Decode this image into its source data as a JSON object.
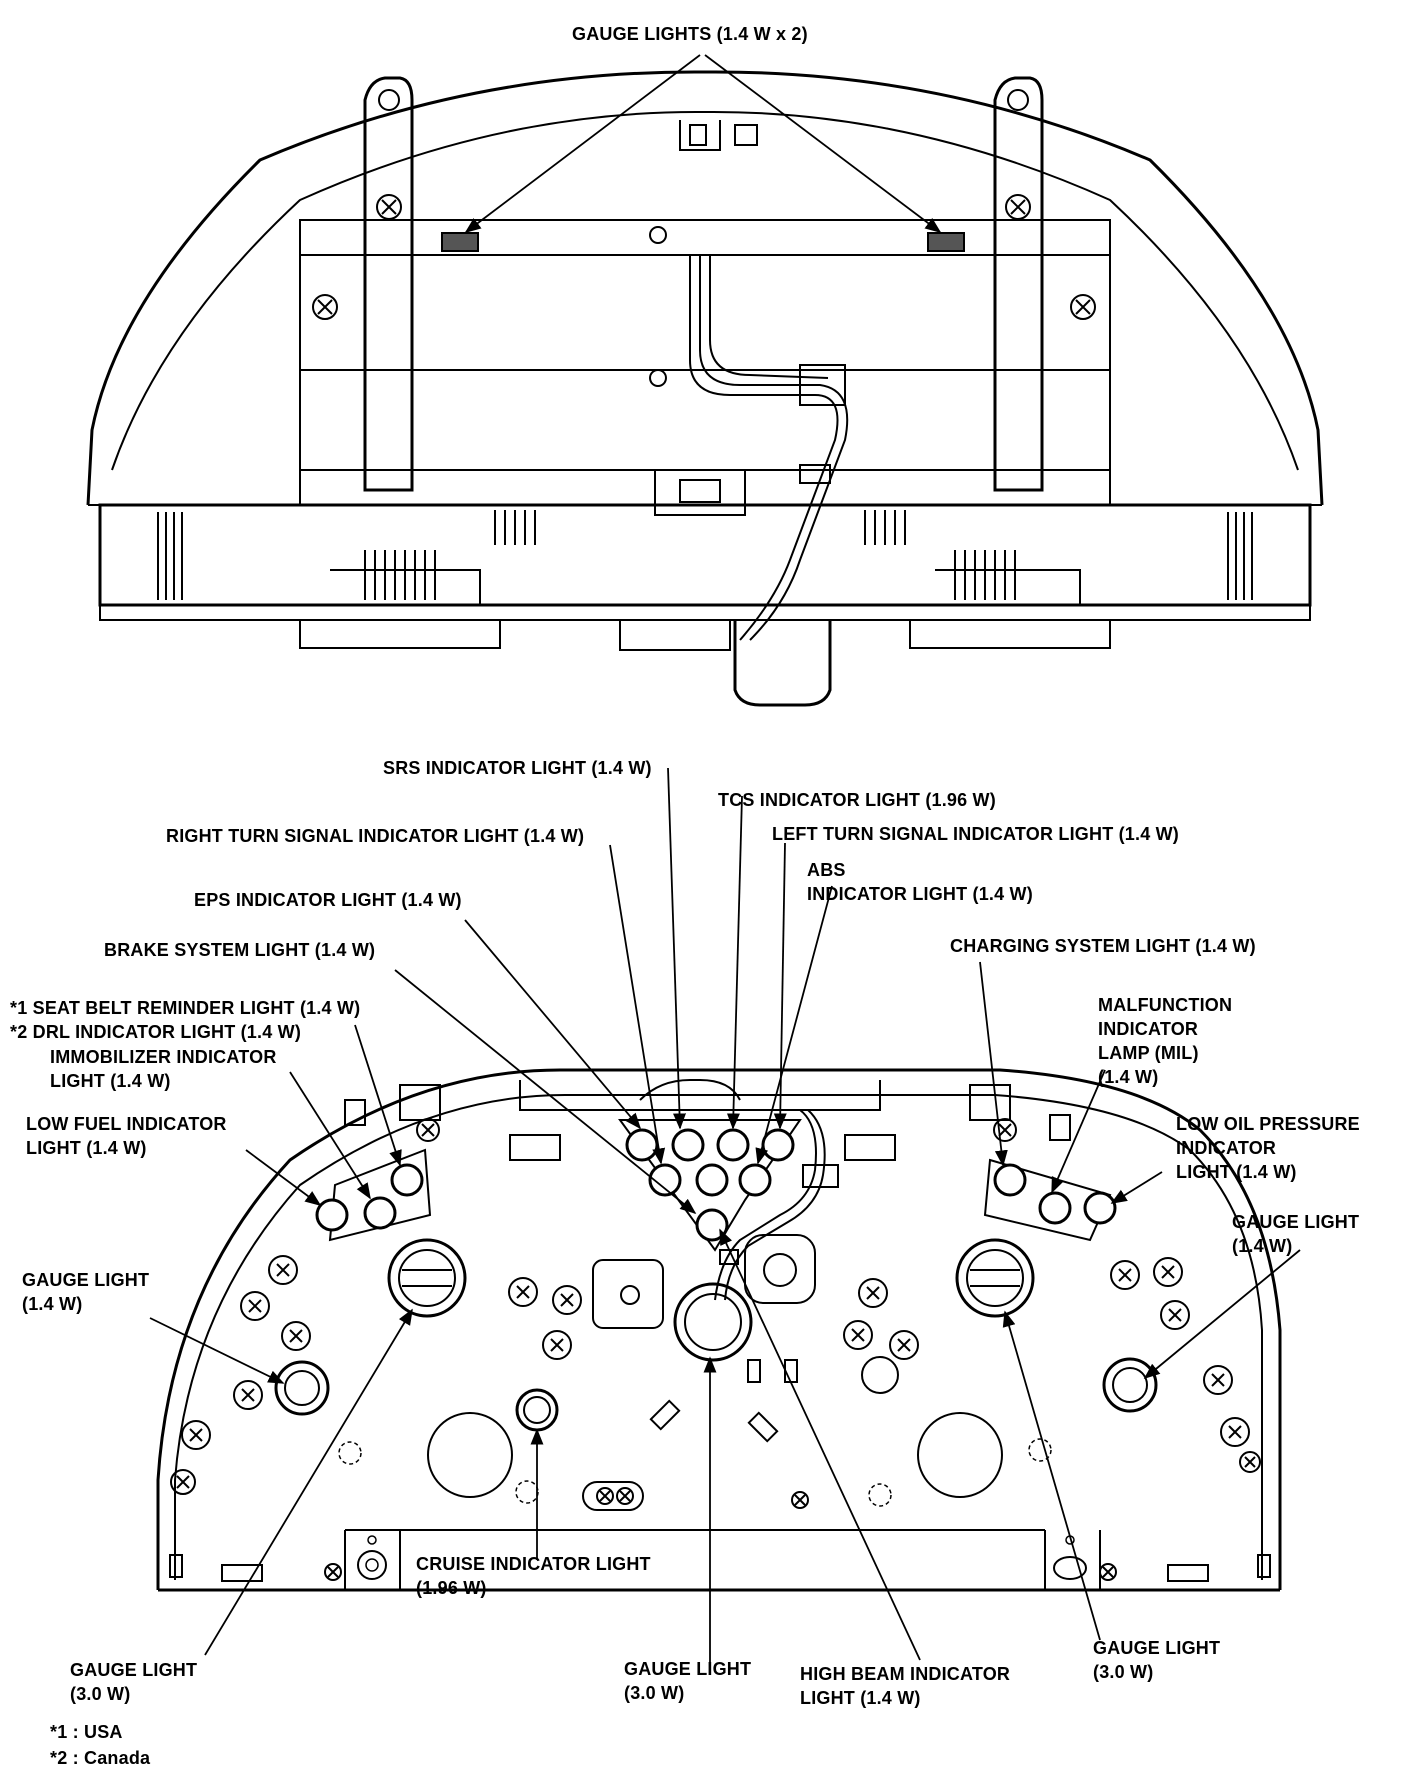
{
  "diagram": {
    "top_label": "GAUGE LIGHTS (1.4 W x 2)",
    "labels": {
      "srs": "SRS INDICATOR LIGHT (1.4 W)",
      "tcs": "TCS INDICATOR LIGHT (1.96 W)",
      "right_turn": "RIGHT TURN SIGNAL INDICATOR LIGHT (1.4 W)",
      "left_turn": "LEFT TURN SIGNAL INDICATOR LIGHT (1.4 W)",
      "abs_line1": "ABS",
      "abs_line2": "INDICATOR LIGHT (1.4 W)",
      "eps": "EPS INDICATOR LIGHT (1.4 W)",
      "brake": "BRAKE SYSTEM LIGHT (1.4 W)",
      "charging": "CHARGING SYSTEM LIGHT (1.4 W)",
      "seat_belt": "*1 SEAT BELT REMINDER LIGHT (1.4 W)",
      "drl": "*2 DRL INDICATOR LIGHT (1.4 W)",
      "immobilizer_line1": "IMMOBILIZER INDICATOR",
      "immobilizer_line2": "LIGHT (1.4 W)",
      "mil_line1": "MALFUNCTION",
      "mil_line2": "INDICATOR",
      "mil_line3": "LAMP (MIL)",
      "mil_line4": "(1.4 W)",
      "low_fuel_line1": "LOW FUEL INDICATOR",
      "low_fuel_line2": "LIGHT (1.4 W)",
      "low_oil_line1": "LOW OIL PRESSURE",
      "low_oil_line2": "INDICATOR",
      "low_oil_line3": "LIGHT (1.4 W)",
      "gauge_left_line1": "GAUGE LIGHT",
      "gauge_left_line2": "(1.4 W)",
      "gauge_right_line1": "GAUGE LIGHT",
      "gauge_right_line2": "(1.4 W)",
      "cruise_line1": "CRUISE INDICATOR LIGHT",
      "cruise_line2": "(1.96 W)",
      "gauge_bl_line1": "GAUGE LIGHT",
      "gauge_bl_line2": "(3.0 W)",
      "gauge_bc_line1": "GAUGE LIGHT",
      "gauge_bc_line2": "(3.0 W)",
      "high_beam_line1": "HIGH BEAM INDICATOR",
      "high_beam_line2": "LIGHT (1.4 W)",
      "gauge_br_line1": "GAUGE LIGHT",
      "gauge_br_line2": "(3.0 W)"
    },
    "footnotes": {
      "note1": "*1 : USA",
      "note2": "*2 : Canada"
    }
  }
}
